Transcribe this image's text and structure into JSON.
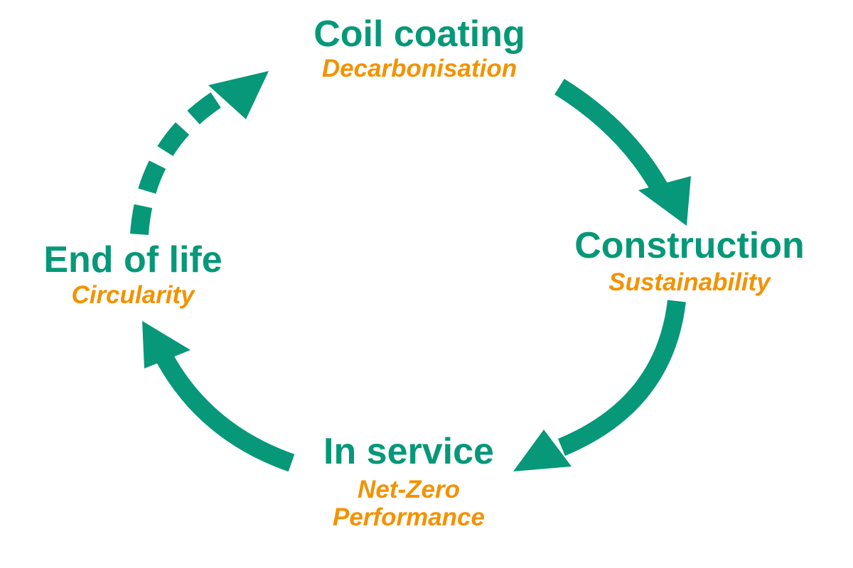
{
  "colors": {
    "primary": "#069878",
    "accent": "#F39200"
  },
  "stages": {
    "coil_coating": {
      "title": "Coil coating",
      "subtitle": "Decarbonisation"
    },
    "construction": {
      "title": "Construction",
      "subtitle": "Sustainability"
    },
    "in_service": {
      "title": "In service",
      "subtitle_line1": "Net-Zero",
      "subtitle_line2": "Performance"
    },
    "end_of_life": {
      "title": "End of life",
      "subtitle": "Circularity"
    }
  },
  "arrows": [
    {
      "from": "Coil coating",
      "to": "Construction",
      "style": "solid"
    },
    {
      "from": "Construction",
      "to": "In service",
      "style": "solid"
    },
    {
      "from": "In service",
      "to": "End of life",
      "style": "solid"
    },
    {
      "from": "End of life",
      "to": "Coil coating",
      "style": "dashed"
    }
  ]
}
